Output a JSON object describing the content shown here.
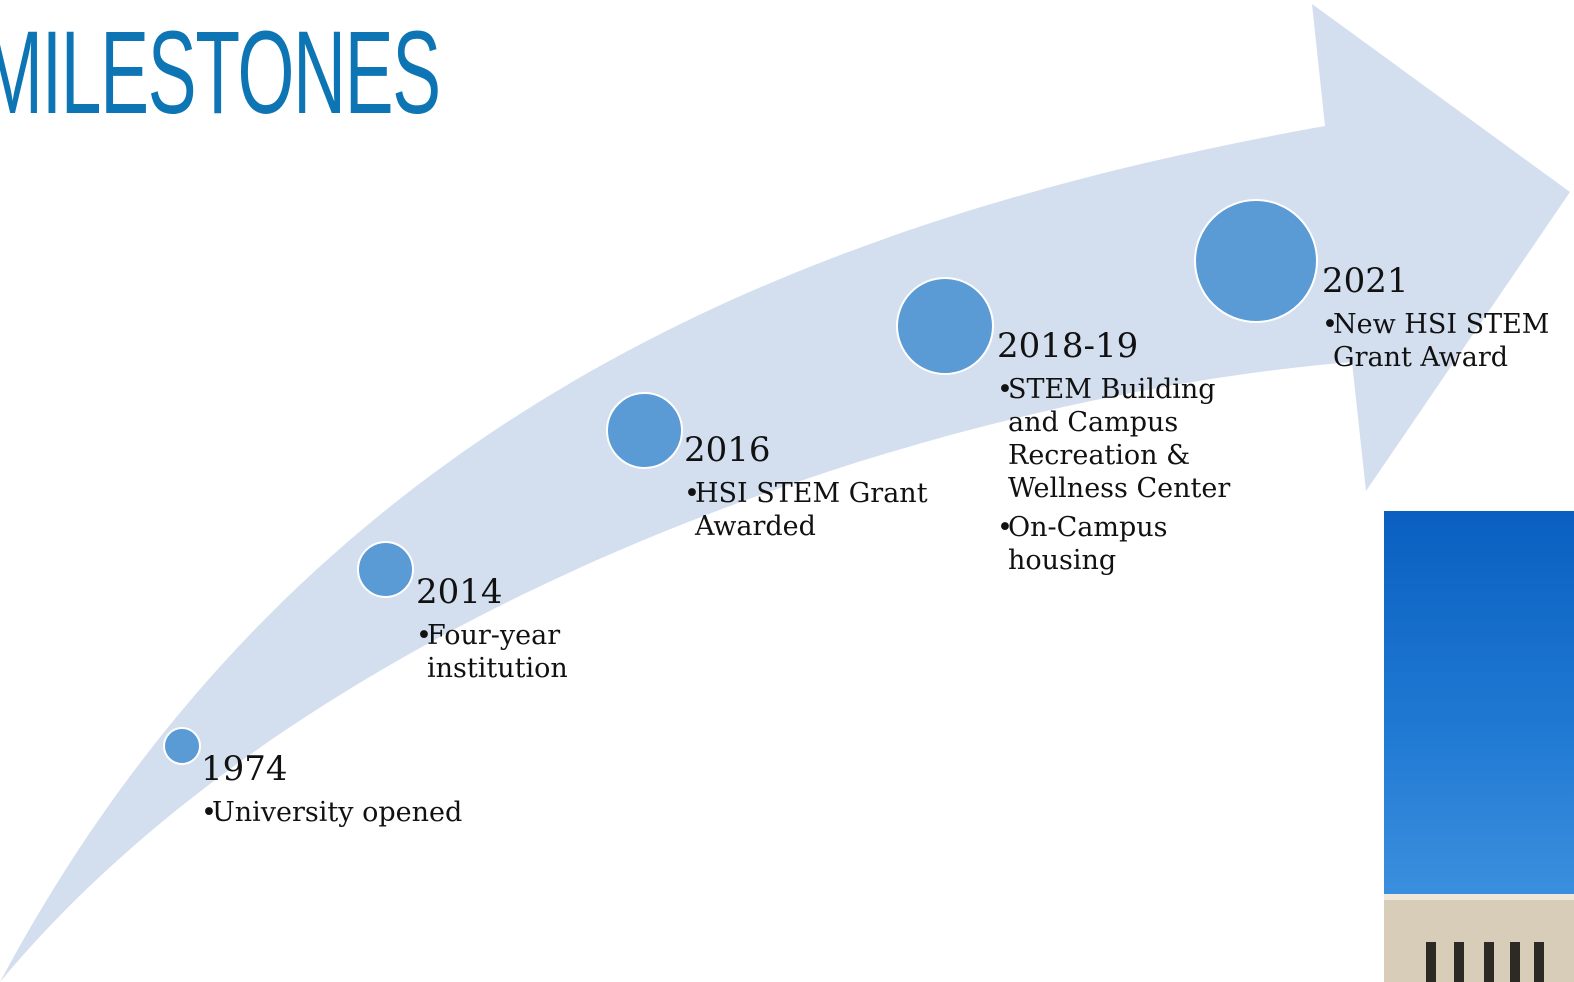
{
  "slide": {
    "title": "MILESTONES",
    "title_color": "#0e75b5",
    "arrow_color": "#d3deef",
    "dot_color": "#5b9bd5"
  },
  "milestones": [
    {
      "year": "1974",
      "bullets": [
        "University opened"
      ]
    },
    {
      "year": "2014",
      "bullets": [
        "Four-year institution"
      ]
    },
    {
      "year": "2016",
      "bullets": [
        "HSI STEM Grant Awarded"
      ]
    },
    {
      "year": "2018-19",
      "bullets": [
        "STEM Building and Campus Recreation & Wellness Center",
        "On-Campus housing"
      ]
    },
    {
      "year": "2021",
      "bullets": [
        "New HSI STEM Grant Award"
      ]
    }
  ],
  "bullet_mark": "•"
}
